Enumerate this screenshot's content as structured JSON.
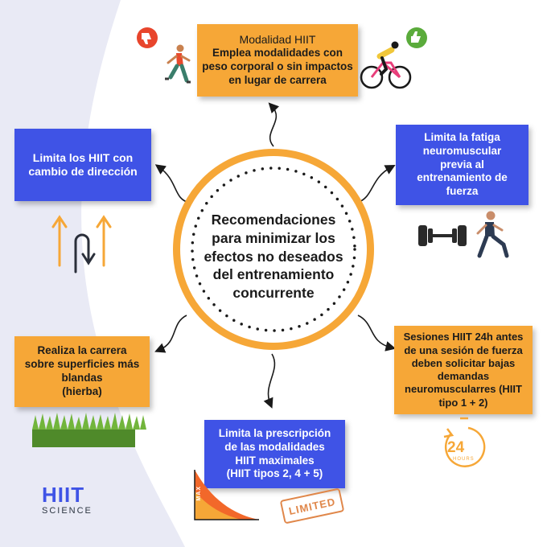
{
  "center_title": "Recomendaciones\npara minimizar los\nefectos no deseados\ndel entrenamiento\nconcurrente",
  "boxes": {
    "top": {
      "title": "Modalidad HIIT",
      "body": "Emplea modalidades con\npeso corporal o sin impactos\nen lugar de carrera"
    },
    "top_left": "Limita los HIIT con\ncambio de dirección",
    "top_right": "Limita la fatiga\nneuromuscular\nprevia al\nentrenamiento de\nfuerza",
    "bottom_left": "Realiza la carrera\nsobre superficies más\nblandas\n(hierba)",
    "bottom_center": "Limita la prescripción\nde las modalidades\nHIIT maximales\n(HIIT tipos 2, 4 + 5)",
    "bottom_right": "Sesiones HIIT 24h antes\nde una sesión de fuerza\ndeben solicitar  bajas\ndemandas\nneuromuscularres (HIIT\ntipo 1 + 2)"
  },
  "stamp_text": "LIMITED",
  "clock": {
    "number": "24",
    "label": "HOURS"
  },
  "max_label": "MAX",
  "logo": {
    "main": "HIIT",
    "sub": "SCIENCE"
  },
  "colors": {
    "orange": "#f6a737",
    "blue": "#3f53e6",
    "red": "#e8452c",
    "green": "#5aab3b"
  },
  "icons": [
    "thumbs-down-icon",
    "thumbs-up-icon",
    "runner-icon",
    "cyclist-icon",
    "direction-change-icon",
    "dumbbell-icon",
    "woman-runner-icon",
    "grass-icon",
    "max-intensity-icon",
    "limited-stamp-icon",
    "clock-24-icon"
  ]
}
